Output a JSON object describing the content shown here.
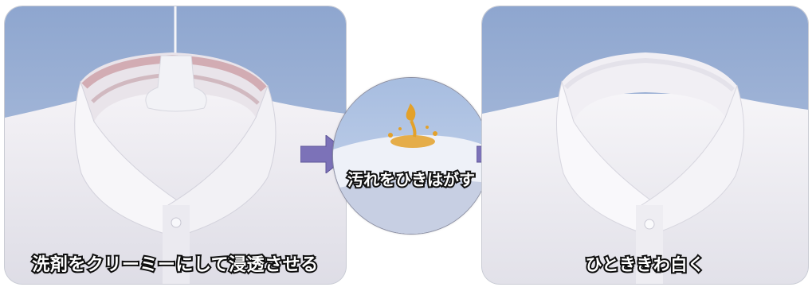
{
  "steps": [
    {
      "caption": "洗剤をクリーミーにして浸透させる"
    },
    {
      "caption": "汚れをひきはがす"
    },
    {
      "caption": "ひとききわ白く"
    }
  ],
  "colors": {
    "sky_blue": "#9eb4d8",
    "arrow": "#7c72b8",
    "stain": "#c99aa0",
    "detergent": "#e3a12a"
  }
}
